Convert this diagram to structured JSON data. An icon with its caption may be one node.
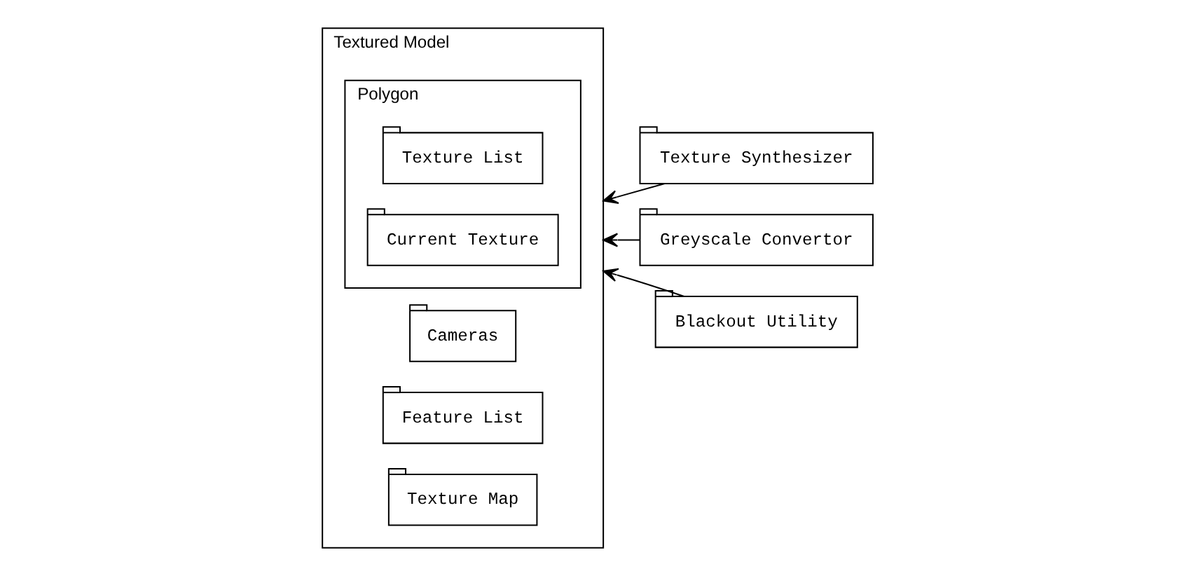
{
  "diagram": {
    "nodes": [
      {
        "text": [
          "Textured Model"
        ]
      },
      {
        "text": [
          "Cameras"
        ],
        "in": 0
      },
      {
        "text": [
          "Feature List"
        ],
        "in": 0
      },
      {
        "text": [
          "Texture Map"
        ],
        "in": 0
      },
      {
        "text": [
          "Polygon"
        ],
        "in": 0
      },
      {
        "text": [
          "Texture List"
        ],
        "in": 4
      },
      {
        "text": [
          "Current Texture"
        ],
        "in": 4
      },
      {
        "text": [
          "Texture Synthesizer"
        ]
      },
      {
        "text": [
          "Greyscale Convertor"
        ]
      },
      {
        "text": [
          "Blackout Utility"
        ]
      }
    ],
    "edges": [
      {
        "from": 7,
        "to": 0,
        "arrow": "to"
      },
      {
        "from": 8,
        "to": 0,
        "arrow": "to"
      },
      {
        "from": 9,
        "to": 0,
        "arrow": "to"
      }
    ]
  }
}
